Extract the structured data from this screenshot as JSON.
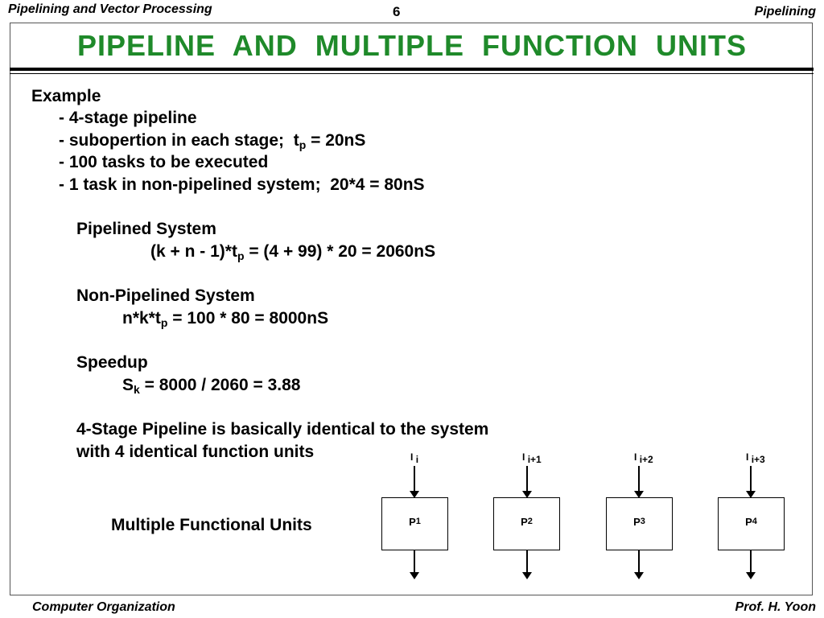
{
  "header": {
    "left": "Pipelining and Vector Processing",
    "page_number": "6",
    "right": "Pipelining"
  },
  "title": "PIPELINE  AND  MULTIPLE  FUNCTION  UNITS",
  "title_color": "#1f8a2a",
  "body": {
    "example_heading": "Example",
    "bullets": {
      "b1": "- 4-stage pipeline",
      "b2_pre": "- subopertion in each stage;  t",
      "b2_sub": "p",
      "b2_post": " = 20nS",
      "b3": "- 100 tasks to be executed",
      "b4": "- 1 task in non-pipelined system;  20*4 = 80nS"
    },
    "pipelined": {
      "heading": "Pipelined System",
      "formula_pre": "(k + n - 1)*t",
      "formula_sub": "p",
      "formula_post": " = (4 + 99) * 20 = 2060nS"
    },
    "non_pipelined": {
      "heading": "Non-Pipelined System",
      "formula_pre": "n*k*t",
      "formula_sub": "p",
      "formula_post": " = 100 * 80 = 8000nS"
    },
    "speedup": {
      "heading": "Speedup",
      "formula_pre": "S",
      "formula_sub": "k",
      "formula_post": " = 8000 / 2060 = 3.88"
    },
    "conclusion_line1": "4-Stage Pipeline is basically identical to the system",
    "conclusion_line2": "with 4 identical function units"
  },
  "diagram": {
    "label": "Multiple Functional Units",
    "units": [
      {
        "input_base": "I",
        "input_sub": "i",
        "proc_base": "P",
        "proc_sub": "1"
      },
      {
        "input_base": "I",
        "input_sub": "i+1",
        "proc_base": "P",
        "proc_sub": "2"
      },
      {
        "input_base": "I",
        "input_sub": "i+2",
        "proc_base": "P",
        "proc_sub": "3"
      },
      {
        "input_base": "I",
        "input_sub": "i+3",
        "proc_base": "P",
        "proc_sub": "4"
      }
    ]
  },
  "footer": {
    "left": "Computer Organization",
    "right": "Prof.  H. Yoon"
  }
}
